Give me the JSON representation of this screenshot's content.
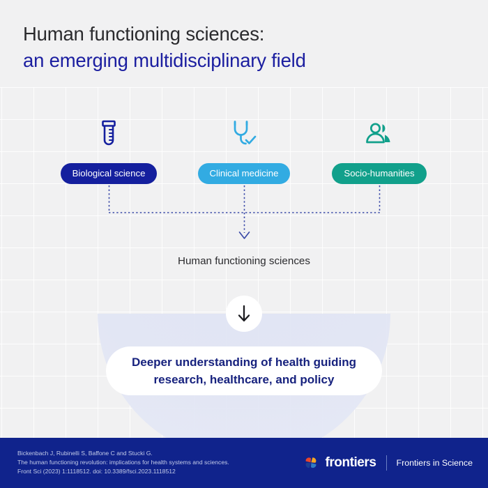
{
  "title": {
    "line1": "Human functioning sciences:",
    "line2": "an emerging multidisciplinary field",
    "color1": "#2b2b2e",
    "color2": "#1b1ea0"
  },
  "pillars": [
    {
      "label": "Biological science",
      "icon": "test-tube-icon",
      "color": "#141f9e"
    },
    {
      "label": "Clinical medicine",
      "icon": "stethoscope-check-icon",
      "color": "#32abe2"
    },
    {
      "label": "Socio-humanities",
      "icon": "people-group-icon",
      "color": "#0fa municipalities"
    }
  ],
  "pillar_colors": {
    "biological": "#141f9e",
    "clinical": "#32abe2",
    "socio": "#11a08b"
  },
  "convergence": {
    "label": "Human functioning sciences",
    "arrow_icon": "dotted-down-arrow-icon"
  },
  "transition": {
    "arrow_icon": "down-arrow-icon"
  },
  "outcome": {
    "line1": "Deeper understanding of health guiding",
    "line2": "research, healthcare, and policy",
    "color": "#17227e"
  },
  "footer": {
    "citation": [
      "Bickenbach J, Rubinelli S, Baffone C and Stucki G.",
      "The human functioning revolution: implications for health systems and sciences.",
      "Front Sci (2023) 1:1118512. doi: 10.3389/fsci.2023.1118512"
    ],
    "brand_wordmark": "frontiers",
    "brand_tagline": "Frontiers in Science",
    "logo_icon": "frontiers-pinwheel-logo",
    "background": "#10238c"
  },
  "theme": {
    "page_background": "#f1f1f2",
    "semicircle_fill": "#e1e5f4",
    "connector_color": "#3b4aa8"
  }
}
